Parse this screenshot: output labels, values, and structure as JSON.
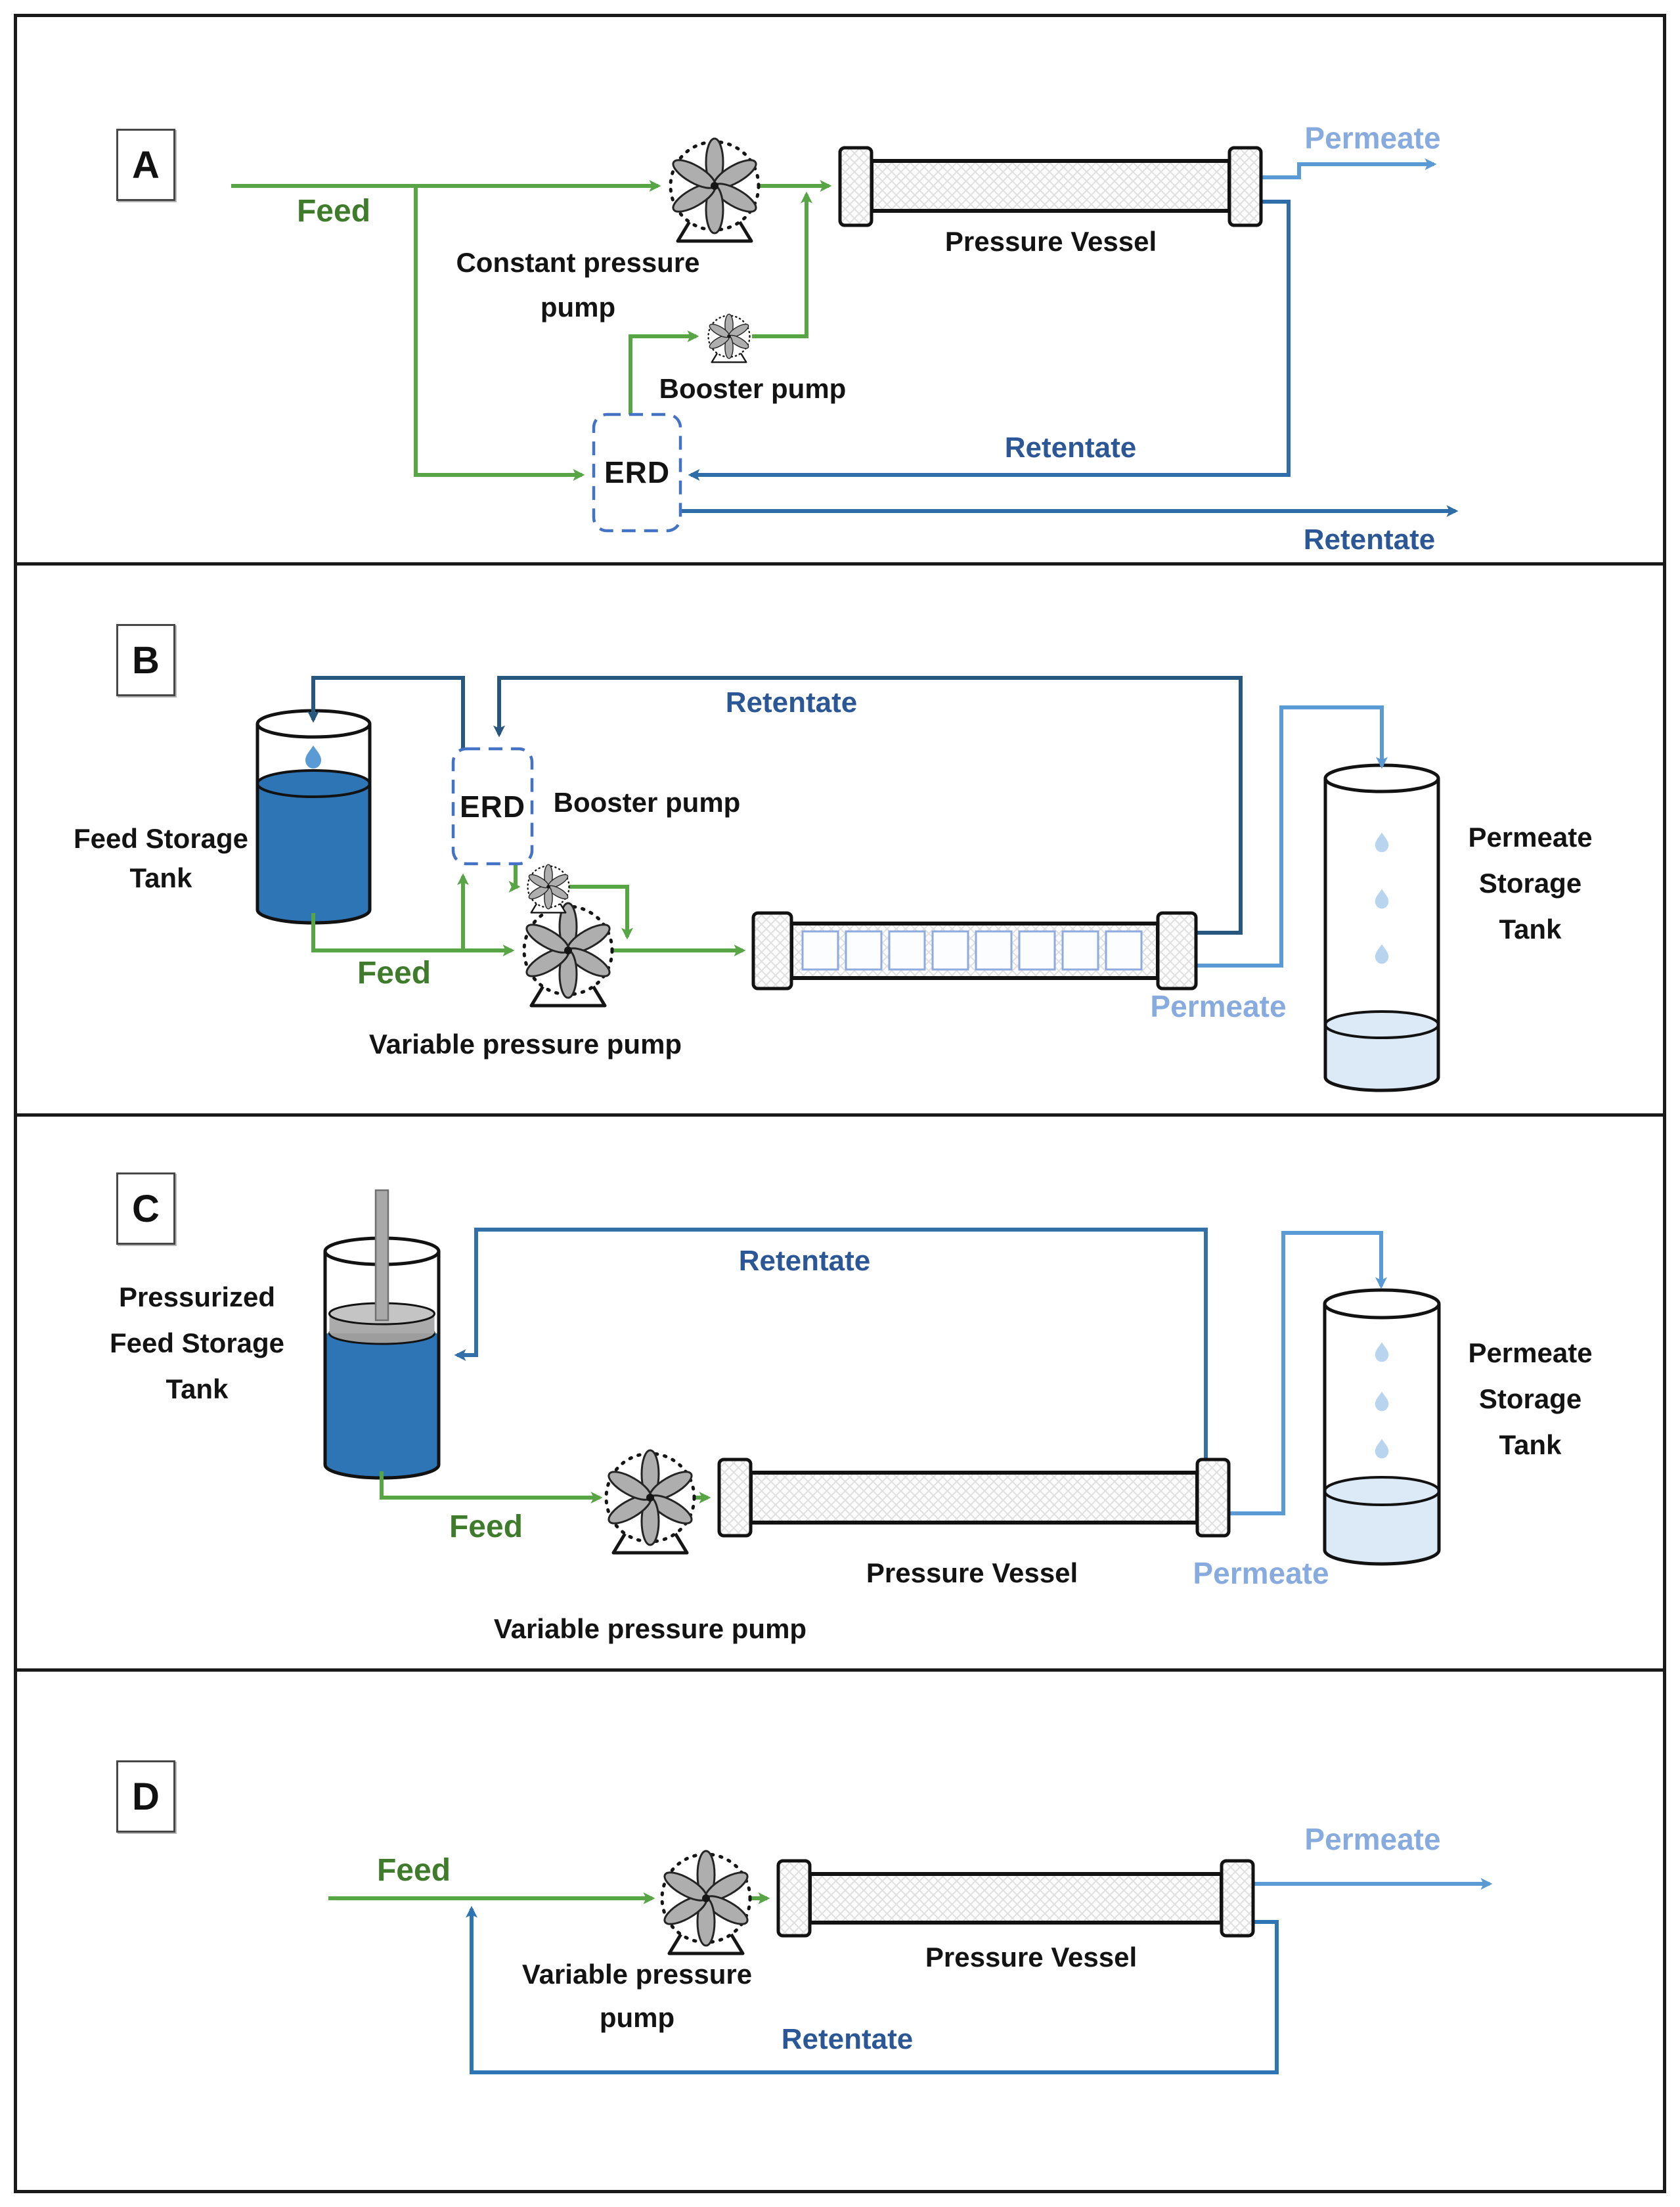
{
  "panel_a": {
    "tag": "A",
    "feed": "Feed",
    "constant_pump_line1": "Constant pressure",
    "constant_pump_line2": "pump",
    "booster_pump": "Booster pump",
    "erd": "ERD",
    "pressure_vessel": "Pressure Vessel",
    "permeate": "Permeate",
    "retentate_loop": "Retentate",
    "retentate_out": "Retentate"
  },
  "panel_b": {
    "tag": "B",
    "retentate": "Retentate",
    "feed_tank_line1": "Feed Storage",
    "feed_tank_line2": "Tank",
    "erd": "ERD",
    "booster_pump": "Booster pump",
    "feed": "Feed",
    "variable_pump": "Variable pressure pump",
    "permeate": "Permeate",
    "permeate_tank_line1": "Permeate",
    "permeate_tank_line2": "Storage",
    "permeate_tank_line3": "Tank"
  },
  "panel_c": {
    "tag": "C",
    "feed_tank_line1": "Pressurized",
    "feed_tank_line2": "Feed Storage",
    "feed_tank_line3": "Tank",
    "retentate": "Retentate",
    "feed": "Feed",
    "variable_pump": "Variable pressure pump",
    "pressure_vessel": "Pressure Vessel",
    "permeate": "Permeate",
    "permeate_tank_line1": "Permeate",
    "permeate_tank_line2": "Storage",
    "permeate_tank_line3": "Tank"
  },
  "panel_d": {
    "tag": "D",
    "feed": "Feed",
    "variable_pump_line1": "Variable pressure",
    "variable_pump_line2": "pump",
    "pressure_vessel": "Pressure Vessel",
    "permeate": "Permeate",
    "retentate": "Retentate"
  },
  "colors": {
    "feed_line": "#57a544",
    "feed_text": "#3e7c2b",
    "permeate_line": "#5b9bd5",
    "permeate_text": "#87abdf",
    "retentate_text": "#2b5797",
    "retentate_line_a": "#2e6da8",
    "retentate_line_b": "#27567e",
    "retentate_line_c": "#336fa8",
    "retentate_line_d": "#2e75b6",
    "erd_border": "#4472c4",
    "membrane_border": "#8faadc",
    "feed_water": "#2e75b6",
    "permeate_water": "#dce9f6",
    "droplet_feed": "#5b9bd5",
    "droplet_permeate": "#b8d4ee",
    "piston_gray": "#ababab",
    "panel_border": "#1a1a1a"
  }
}
